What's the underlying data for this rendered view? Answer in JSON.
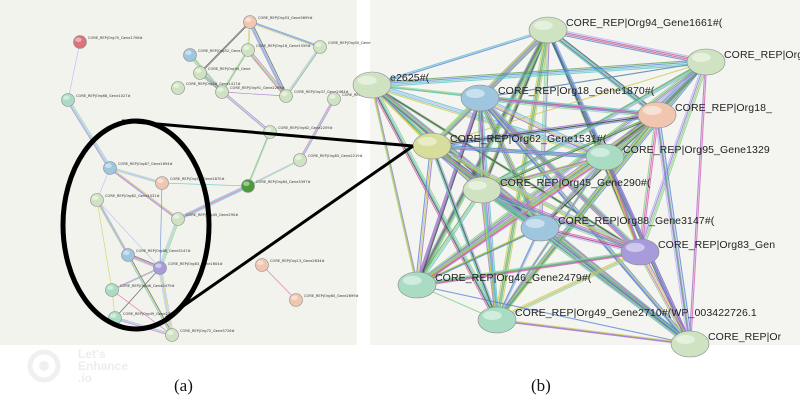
{
  "panels": {
    "a": {
      "label": "(a)"
    },
    "b": {
      "label": "(b)"
    }
  },
  "watermark": {
    "line1": "Let's",
    "line2": "Enhance",
    "line3": ".io"
  },
  "colors": {
    "panel_a_bg": "#f3f3ee",
    "panel_b_bg": "#f4f4f0",
    "ellipse": "#000000",
    "node_default": "#cfe3c2",
    "node_blue": "#9ec7df",
    "node_peach": "#f1c6b1",
    "node_purple": "#a79bdc",
    "node_teal": "#a9dcc3",
    "node_red": "#d9747b",
    "node_darkgreen": "#4d9a3b",
    "node_olive": "#d7dd9a"
  },
  "nodes_a": [
    {
      "label": "CORE_REP|Org70_Gene1706#",
      "color": "red"
    },
    {
      "label": "CORE_REP|Org53_Gene3699#",
      "color": "peach"
    },
    {
      "label": "CORE_REP|Org52_Gene1193#",
      "color": "blue"
    },
    {
      "label": "CORE_REP|Org18_Gene1559#",
      "color": "default"
    },
    {
      "label": "CORE_REP|Org50_Gene",
      "color": "default"
    },
    {
      "label": "CORE_REP|Org68_Gene1027#",
      "color": "teal"
    },
    {
      "label": "CORE_REP|Org16_Gene1417#",
      "color": "default"
    },
    {
      "label": "CORE_REP|Org91_Gene2269#",
      "color": "default"
    },
    {
      "label": "CORE_REP|Org37_Gene2464#",
      "color": "default"
    },
    {
      "label": "CORE_REP|Org7",
      "color": "default"
    },
    {
      "label": "CORE_REP|Org94_Gene",
      "color": "default"
    },
    {
      "label": "CORE_REP|Org62_Gene2209#",
      "color": "default"
    },
    {
      "label": "CORE_REP|Org83_Gene2219#",
      "color": "default"
    },
    {
      "label": "CORE_REP|Org87_Gene1694#",
      "color": "blue"
    },
    {
      "label": "CORE_REP|Org18_Gene1870#",
      "color": "peach"
    },
    {
      "label": "CORE_REP|Org62_Gene1531#",
      "color": "default"
    },
    {
      "label": "CORE_REP|Org45_Gene290#",
      "color": "default"
    },
    {
      "label": "CORE_REP|Org88_Gene3147#",
      "color": "blue"
    },
    {
      "label": "CORE_REP|Org83_Gene1604#",
      "color": "purple"
    },
    {
      "label": "CORE_REP|Org46_Gene2479#",
      "color": "teal"
    },
    {
      "label": "CORE_REP|Org49_Gene2710#",
      "color": "teal"
    },
    {
      "label": "CORE_REP|Org13_Gene2634#",
      "color": "peach"
    },
    {
      "label": "CORE_REP|Org60_Gene2699#",
      "color": "peach"
    },
    {
      "label": "CORE_REP|Org72_Gene3726#",
      "color": "default"
    },
    {
      "label": "CORE_REP|Org64_Gene3397#",
      "color": "darkgreen"
    }
  ],
  "nodes_b": [
    {
      "label": "CORE_REP|Org94_Gene1661#(",
      "color": "default"
    },
    {
      "label": "CORE_REP|Org85_Gene",
      "color": "default"
    },
    {
      "label": "e2625#(",
      "color": "default"
    },
    {
      "label": "CORE_REP|Org18_Gene1870#(",
      "color": "blue"
    },
    {
      "label": "CORE_REP|Org18_",
      "color": "peach"
    },
    {
      "label": "CORE_REP|Org62_Gene1531#(",
      "color": "olive"
    },
    {
      "label": "CORE_REP|Org95_Gene1329",
      "color": "teal"
    },
    {
      "label": "CORE_REP|Org45_Gene290#(",
      "color": "default"
    },
    {
      "label": "CORE_REP|Org88_Gene3147#(",
      "color": "blue"
    },
    {
      "label": "CORE_REP|Org83_Gen",
      "color": "purple"
    },
    {
      "label": "CORE_REP|Org46_Gene2479#(",
      "color": "teal"
    },
    {
      "label": "CORE_REP|Org49_Gene2710#(WP_003422726.1",
      "color": "teal"
    },
    {
      "label": "CORE_REP|Or",
      "color": "default"
    }
  ]
}
